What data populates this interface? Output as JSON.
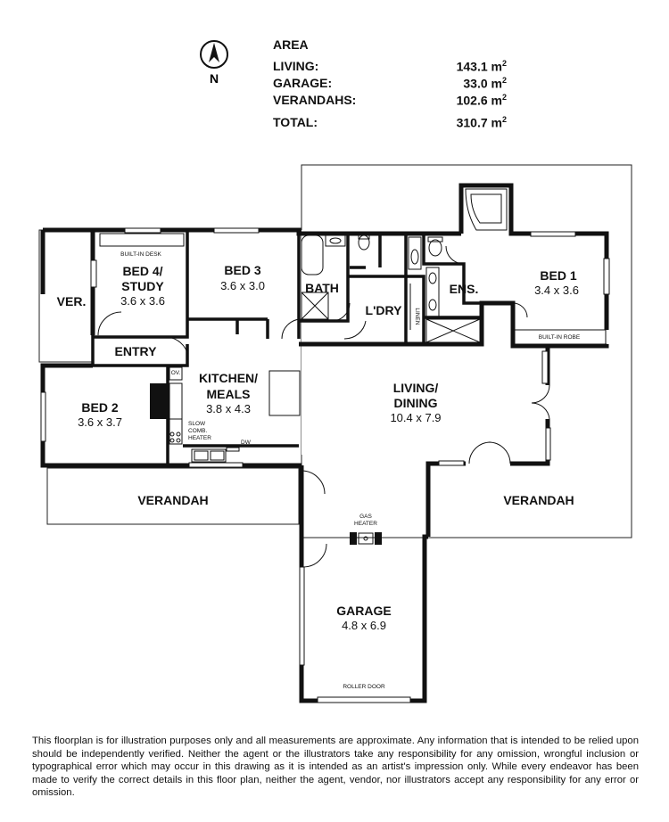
{
  "area": {
    "heading": "AREA",
    "rows": [
      {
        "label": "LIVING:",
        "value": "143.1 m",
        "unit_sup": "2"
      },
      {
        "label": "GARAGE:",
        "value": "33.0 m",
        "unit_sup": "2"
      },
      {
        "label": "VERANDAHS:",
        "value": "102.6 m",
        "unit_sup": "2"
      },
      {
        "label": "TOTAL:",
        "value": "310.7 m",
        "unit_sup": "2"
      }
    ]
  },
  "compass": {
    "label": "N",
    "icon": "north-arrow-icon"
  },
  "rooms": {
    "bed4": {
      "name_line1": "BED 4/",
      "name_line2": "STUDY",
      "dims": "3.6 x 3.6",
      "note": "BUILT-IN DESK"
    },
    "bed3": {
      "name": "BED 3",
      "dims": "3.6 x 3.0"
    },
    "bath": {
      "name": "BATH"
    },
    "laundry": {
      "name": "L'DRY",
      "note": "LINEN"
    },
    "ensuite": {
      "name": "ENS."
    },
    "bed1": {
      "name": "BED 1",
      "dims": "3.4 x 3.6",
      "note": "BUILT-IN ROBE"
    },
    "ver_small": {
      "name": "VER."
    },
    "entry": {
      "name": "ENTRY"
    },
    "kitchen": {
      "name_line1": "KITCHEN/",
      "name_line2": "MEALS",
      "dims": "3.8 x 4.3",
      "oven": "OV.",
      "dishwasher": "DW",
      "heater_line1": "SLOW",
      "heater_line2": "COMB.",
      "heater_line3": "HEATER"
    },
    "living": {
      "name_line1": "LIVING/",
      "name_line2": "DINING",
      "dims": "10.4 x 7.9"
    },
    "bed2": {
      "name": "BED 2",
      "dims": "3.6 x 3.7"
    },
    "verandah_left": {
      "name": "VERANDAH"
    },
    "verandah_right": {
      "name": "VERANDAH"
    },
    "gas_heater": {
      "line1": "GAS",
      "line2": "HEATER"
    },
    "garage": {
      "name": "GARAGE",
      "dims": "4.8 x 6.9",
      "door": "ROLLER DOOR"
    }
  },
  "disclaimer": "This floorplan is for illustration purposes only and all measurements are approximate. Any information that is intended to be relied upon should be independently verified. Neither the agent or the illustrators take any responsibility for any omission, wrongful inclusion or typographical error which may occur in this drawing as it is intended as an artist's impression only. While every endeavor has been made to verify the correct details in this floor plan, neither the agent, vendor, nor illustrators accept any responsibility for any error or omission."
}
